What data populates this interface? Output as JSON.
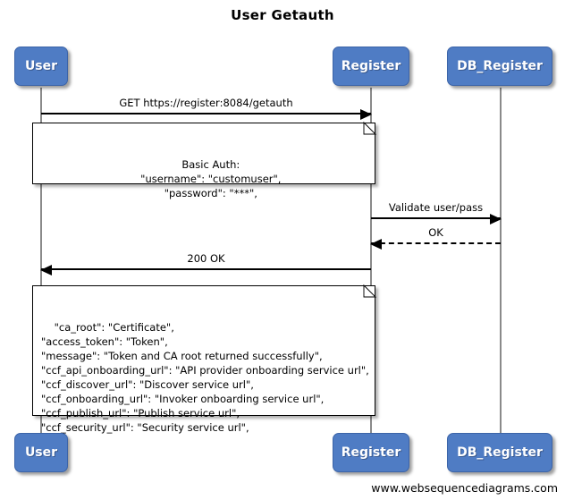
{
  "diagram": {
    "title": "User Getauth",
    "footer": "www.websequencediagrams.com",
    "accent_color": "#4f7cc4",
    "line_color": "#000000",
    "lifeline_color": "#8a8a8a"
  },
  "actors": [
    {
      "id": "user",
      "label": "User"
    },
    {
      "id": "register",
      "label": "Register"
    },
    {
      "id": "db_register",
      "label": "DB_Register"
    }
  ],
  "messages": [
    {
      "id": "m1",
      "label": "GET https://register:8084/getauth",
      "from": "user",
      "to": "register",
      "style": "solid",
      "direction": "right"
    },
    {
      "id": "m2",
      "label": "Validate user/pass",
      "from": "register",
      "to": "db_register",
      "style": "solid",
      "direction": "right"
    },
    {
      "id": "m3",
      "label": "OK",
      "from": "db_register",
      "to": "register",
      "style": "dashed",
      "direction": "left"
    },
    {
      "id": "m4",
      "label": "200 OK",
      "from": "register",
      "to": "user",
      "style": "solid",
      "direction": "left"
    }
  ],
  "notes": [
    {
      "id": "note-basic-auth",
      "align": "center",
      "text": "Basic Auth:\n    \"username\": \"customuser\",\n    \"password\": \"***\","
    },
    {
      "id": "note-token-response",
      "align": "left",
      "text": "\"ca_root\": \"Certificate\",\n\"access_token\": \"Token\",\n\"message\": \"Token and CA root returned successfully\",\n\"ccf_api_onboarding_url\": \"API provider onboarding service url\",\n\"ccf_discover_url\": \"Discover service url\",\n\"ccf_onboarding_url\": \"Invoker onboarding service url\",\n\"ccf_publish_url\": \"Publish service url\",\n\"ccf_security_url\": \"Security service url\","
    }
  ]
}
